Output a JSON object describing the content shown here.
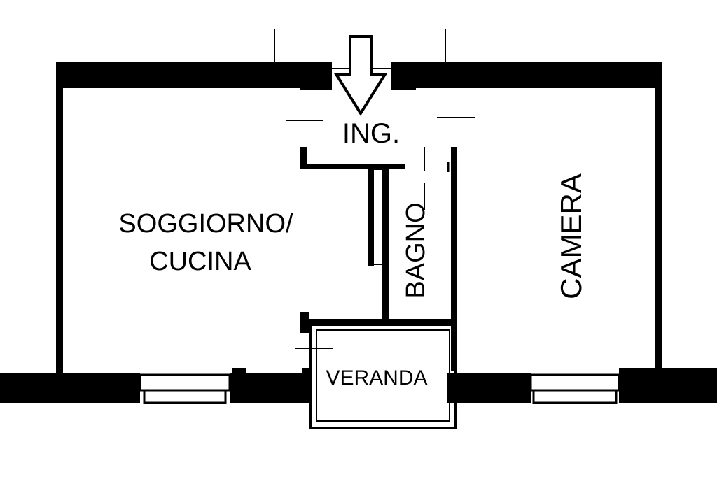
{
  "plan": {
    "entrance_label": "ING.",
    "rooms": {
      "living_line1": "SOGGIORNO/",
      "living_line2": "CUCINA",
      "bathroom": "BAGNO",
      "bedroom": "CAMERA",
      "veranda": "VERANDA"
    }
  },
  "colors": {
    "wall": "#000000",
    "background": "#ffffff"
  }
}
